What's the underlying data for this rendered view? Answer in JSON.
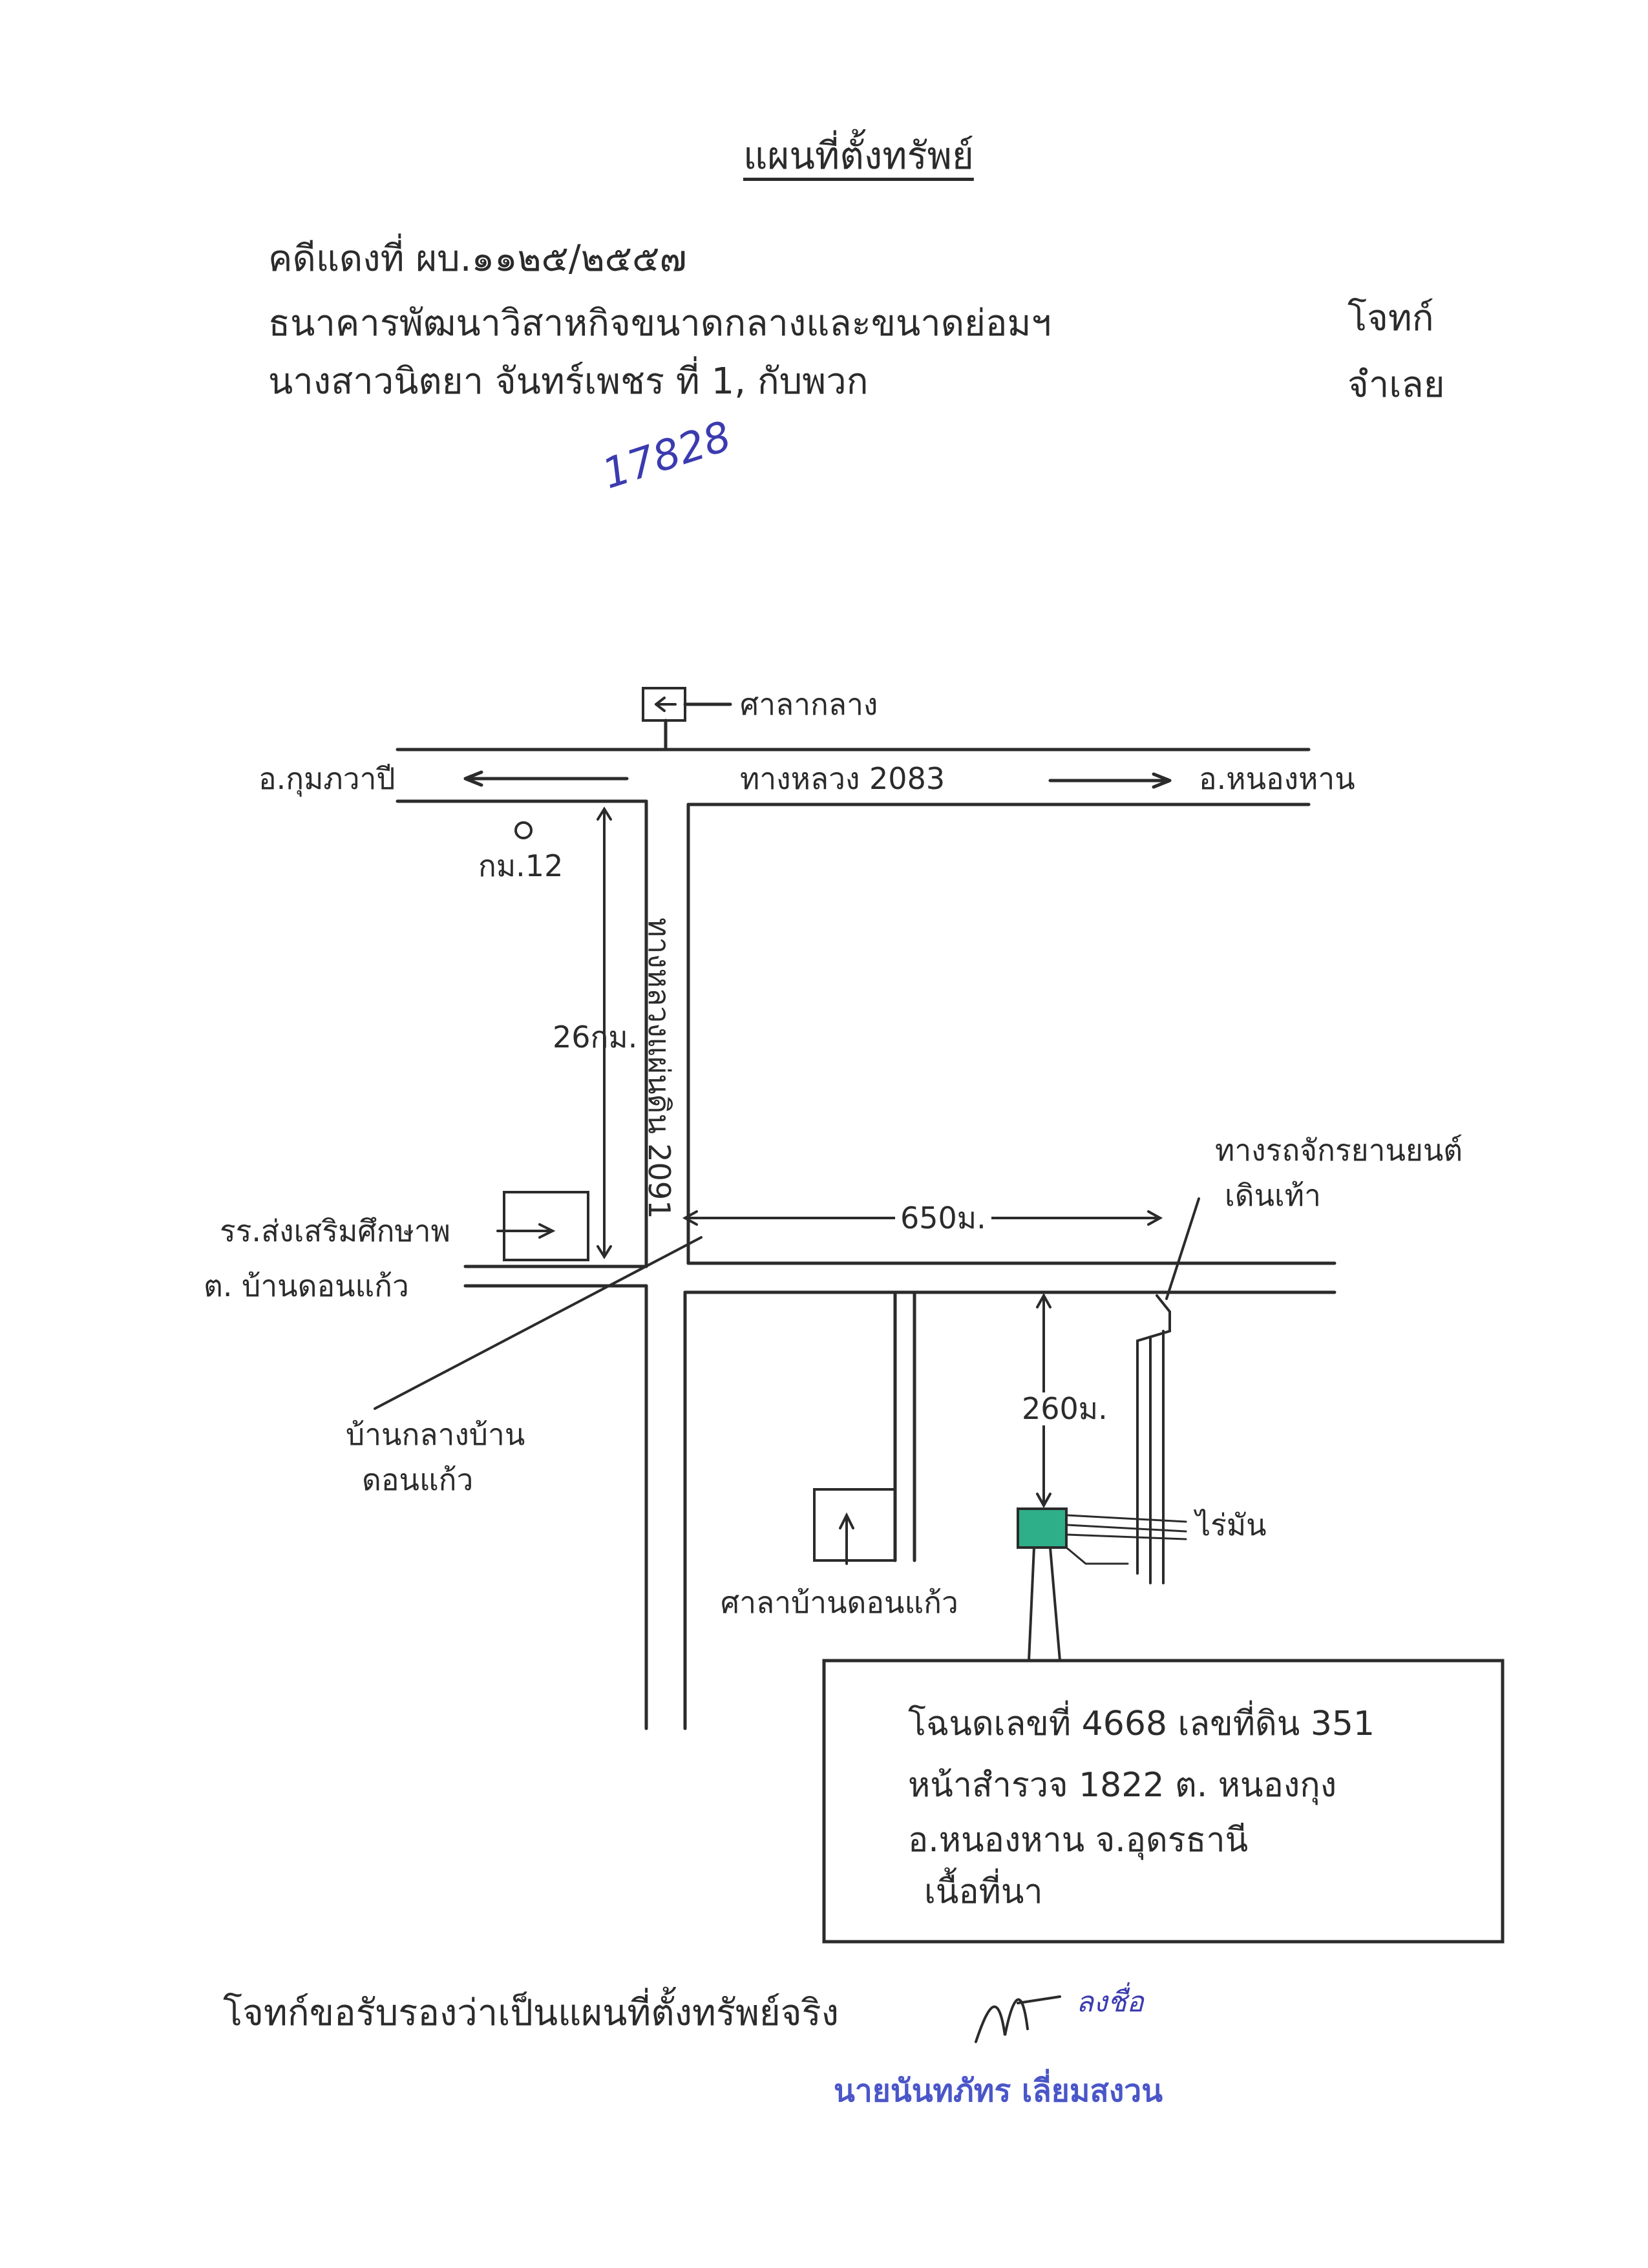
{
  "header": {
    "title": "แผนที่ตั้งทรัพย์",
    "case_line": "คดีแดงที่ ผบ.๑๑๒๕/๒๕๕๗",
    "plaintiff_line": "ธนาคารพัฒนาวิสาหกิจขนาดกลางและขนาดย่อมฯ",
    "plaintiff_role": "โจทก์",
    "defendant_line": "นางสาวนิตยา จันทร์เพชร ที่ 1, กับพวก",
    "defendant_role": "จำเลย",
    "handwritten_number": "17828"
  },
  "map": {
    "top_box_label": "ศาลากลาง",
    "left_dest": "อ.กุมภวาปี",
    "highway_label": "ทางหลวง 2083",
    "right_dest": "อ.หนองหาน",
    "km_marker": "กม.12",
    "vertical_distance": "26กม.",
    "vertical_road_label": "ทางหลวงแผ่นดิน 2091",
    "school_label": "รร.ส่งเสริมศึกษาพ",
    "subdistrict_label": "ต. บ้านดอนแก้ว",
    "horizontal_distance": "650ม.",
    "motorway_label_1": "ทางรถจักรยานยนต์",
    "motorway_label_2": "เดินเท้า",
    "village_label_1": "บ้านกลางบ้าน",
    "village_label_2": "ดอนแก้ว",
    "down_distance": "260ม.",
    "field_label": "ไร่มัน",
    "temple_label": "ศาลาบ้านดอนแก้ว",
    "property_lines": [
      "โฉนดเลขที่ 4668 เลขที่ดิน 351",
      "หน้าสำรวจ 1822 ต. หนองกุง",
      "อ.หนองหาน จ.อุดรธานี",
      "เนื้อที่นา"
    ]
  },
  "footer": {
    "certify_line": "โจทก์ขอรับรองว่าเป็นแผนที่ตั้งทรัพย์จริง",
    "signature": "ลงชื่อ",
    "name": "นายนันทภัทร เลี่ยมสงวน"
  },
  "colors": {
    "ink": "#2b2b2b",
    "blue_ink": "#3b3bb0",
    "stamp_blue": "#4a56c8",
    "property_fill": "#2fae8a"
  }
}
